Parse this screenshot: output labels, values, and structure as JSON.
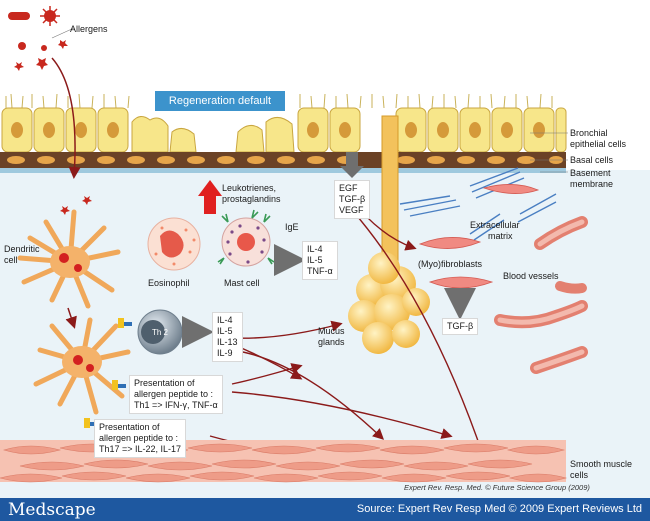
{
  "labels": {
    "allergens": "Allergens",
    "regeneration": "Regeneration default",
    "bronchial": [
      "Bronchial",
      "epithelial cells"
    ],
    "basal": "Basal cells",
    "basement": [
      "Basement",
      "membrane"
    ],
    "leukotrienes": [
      "Leukotrienes,",
      "prostaglandins"
    ],
    "egf": [
      "EGF",
      "TGF-β",
      "VEGF"
    ],
    "extracellular": [
      "Extracellular",
      "matrix"
    ],
    "dendritic": [
      "Dendritic",
      "cell"
    ],
    "ige": "IgE",
    "mast_cytokines": [
      "IL-4",
      "IL-5",
      "TNF-α"
    ],
    "eosinophil": "Eosinophil",
    "mast_cell": "Mast cell",
    "myofibroblasts": "(Myo)fibroblasts",
    "blood_vessels": "Blood vessels",
    "th2": "Th 2",
    "th2_cytokines": [
      "IL-4",
      "IL-5",
      "IL-13",
      "IL-9"
    ],
    "mucus": [
      "Mucus",
      "glands"
    ],
    "tgf_beta": "TGF-β",
    "presentation_th1": [
      "Presentation of",
      "allergen peptide to :",
      "Th1 => IFN-γ, TNF-α"
    ],
    "presentation_th17": [
      "Presentation of",
      "allergen peptide to :",
      "Th17 => IL-22, IL-17"
    ],
    "smooth": [
      "Smooth muscle",
      "cells"
    ]
  },
  "footer": {
    "credit": "Expert Rev. Resp. Med. © Future Science Group (2009)",
    "logo": "Medscape",
    "source": "Source: Expert Rev Resp Med © 2009 Expert Reviews Ltd"
  },
  "colors": {
    "epithelium": "#f7e68a",
    "basal": "#6b4226",
    "arrow": "#8b1a1a",
    "footer": "#1e58a0",
    "banner": "#3c93cc"
  }
}
